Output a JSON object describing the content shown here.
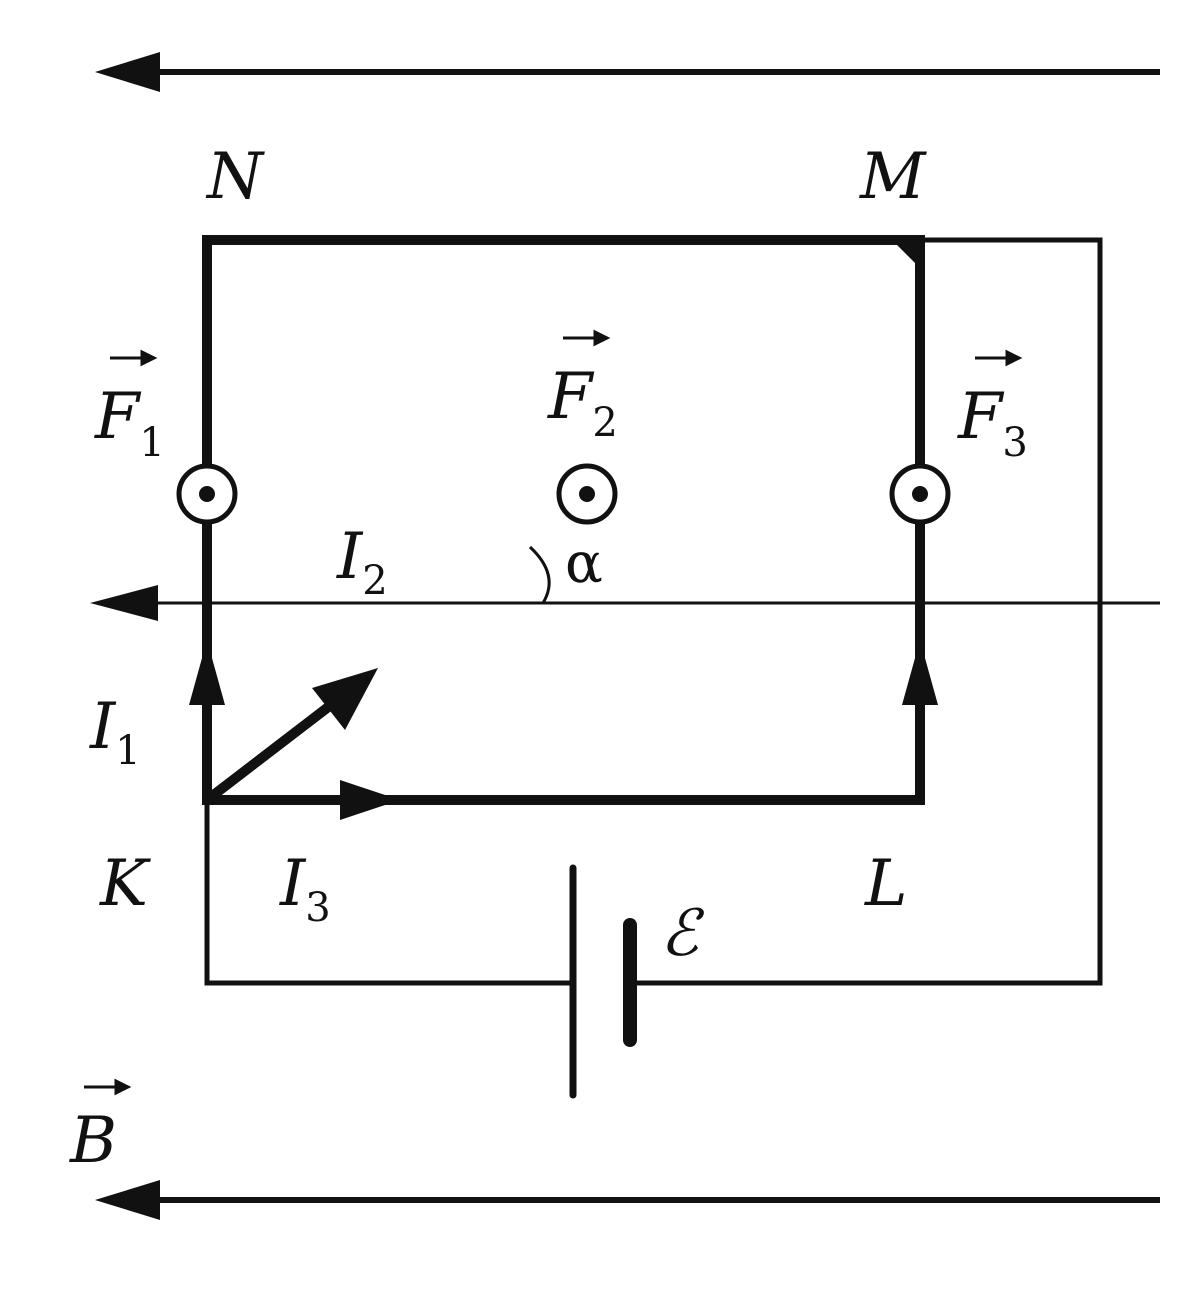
{
  "labels": {
    "N": "N",
    "M": "M",
    "K": "K",
    "L": "L",
    "emf": "ℰ",
    "alpha": "α",
    "B": "B",
    "F1": {
      "main": "F",
      "sub": "1"
    },
    "F2": {
      "main": "F",
      "sub": "2"
    },
    "F3": {
      "main": "F",
      "sub": "3"
    },
    "I1": {
      "main": "I",
      "sub": "1"
    },
    "I2": {
      "main": "I",
      "sub": "2"
    },
    "I3": {
      "main": "I",
      "sub": "3"
    }
  },
  "colors": {
    "stroke": "#111111",
    "background": "#ffffff"
  },
  "symbols": {
    "force_direction": "out-of-page-dot-circle-icon"
  }
}
